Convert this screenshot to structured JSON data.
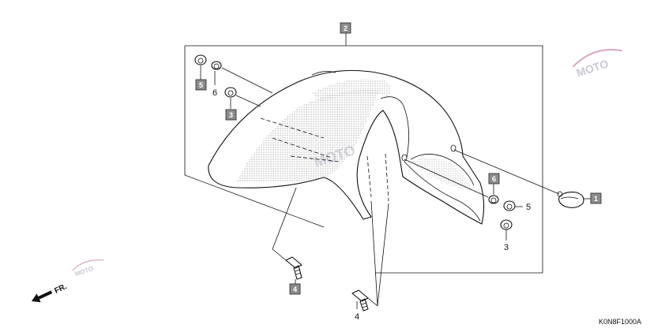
{
  "diagram": {
    "callouts": [
      {
        "id": "c1",
        "label": "1"
      },
      {
        "id": "c2",
        "label": "2"
      },
      {
        "id": "c3a",
        "label": "3"
      },
      {
        "id": "c3b",
        "label": "3"
      },
      {
        "id": "c4a",
        "label": "4"
      },
      {
        "id": "c4b",
        "label": "4"
      },
      {
        "id": "c5a",
        "label": "5"
      },
      {
        "id": "c5b",
        "label": "5"
      },
      {
        "id": "c6a",
        "label": "6"
      },
      {
        "id": "c6b",
        "label": "6"
      }
    ],
    "direction_label": "FR.",
    "diagram_code": "K0N8F1000A",
    "watermark_text": "MOTO"
  },
  "colors": {
    "callout_fill": "#8c8c8c",
    "line": "#111111",
    "watermark": "#c9c9d6"
  }
}
